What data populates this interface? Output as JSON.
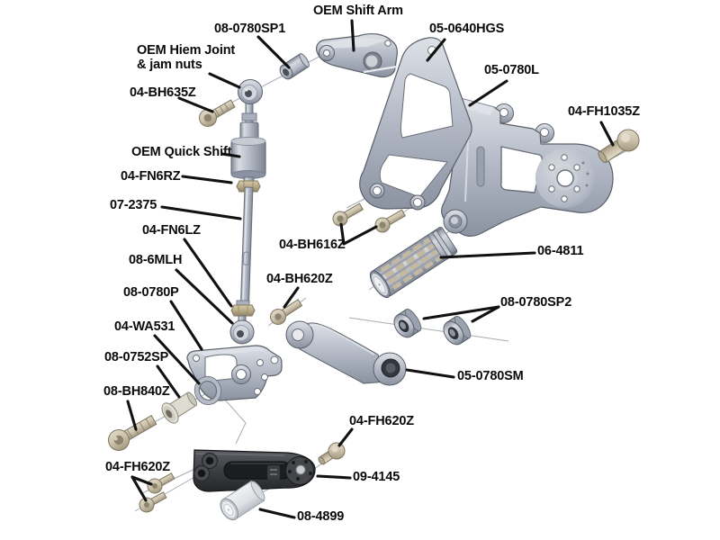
{
  "diagram": {
    "background_color": "#ffffff",
    "leader_color": "#111111",
    "colors": {
      "metal_silver": "#b6bcc8",
      "hardware_tan": "#cbc1aa",
      "anodized_black": "#3f4044",
      "rubber_tan": "#c3b9a2"
    },
    "labels": {
      "oem_shift_arm": {
        "text": "OEM Shift Arm"
      },
      "sp_0780sp1": {
        "text": "08-0780SP1"
      },
      "hiem_joint": {
        "text": "OEM Hiem Joint\n& jam nuts"
      },
      "bh635z": {
        "text": "04-BH635Z"
      },
      "quick_shift": {
        "text": "OEM Quick Shift"
      },
      "fn6rz": {
        "text": "04-FN6RZ"
      },
      "rod_2375": {
        "text": "07-2375"
      },
      "fn6lz": {
        "text": "04-FN6LZ"
      },
      "mlh_6": {
        "text": "08-6MLH"
      },
      "bh620z": {
        "text": "04-BH620Z"
      },
      "pedal_0780p": {
        "text": "08-0780P"
      },
      "wa531": {
        "text": "04-WA531"
      },
      "sp_0752sp": {
        "text": "08-0752SP"
      },
      "bh840z": {
        "text": "08-BH840Z"
      },
      "fh620z_left": {
        "text": "04-FH620Z"
      },
      "hgs_0640": {
        "text": "05-0640HGS"
      },
      "bracket_0780l": {
        "text": "05-0780L"
      },
      "fh1035z": {
        "text": "04-FH1035Z"
      },
      "bh616z": {
        "text": "04-BH616Z"
      },
      "peg_4811": {
        "text": "06-4811"
      },
      "sp_0780sp2": {
        "text": "08-0780SP2"
      },
      "lever_0780sm": {
        "text": "05-0780SM"
      },
      "fh620z_right": {
        "text": "04-FH620Z"
      },
      "arm_4145": {
        "text": "09-4145"
      },
      "sp_4899": {
        "text": "08-4899"
      }
    }
  }
}
